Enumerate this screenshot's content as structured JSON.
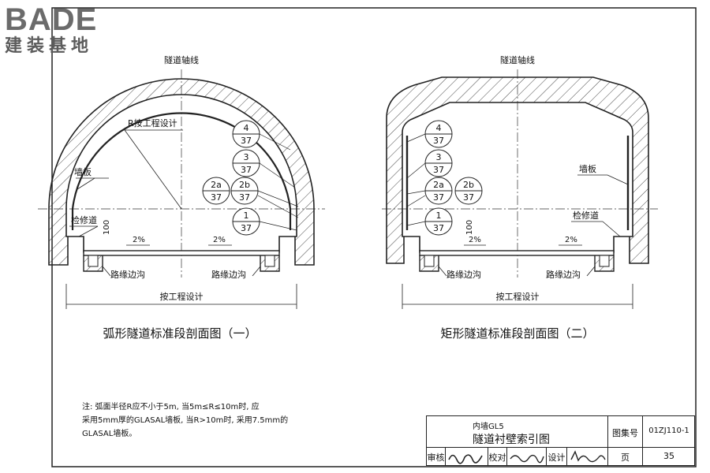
{
  "logo": {
    "mark": "BADE",
    "subtitle": "建装基地"
  },
  "axis_label": "隧道轴线",
  "left_section": {
    "radius_label": "R按工程设计",
    "wall_panel": "墙板",
    "service_way": "检修道",
    "height_mark": "100",
    "slope_left": "2%",
    "slope_right": "2%",
    "curb_ditch_left": "路缘边沟",
    "curb_ditch_right": "路缘边沟",
    "width_label": "按工程设计",
    "caption": "弧形隧道标准段剖面图（一）",
    "index_marks": [
      {
        "top": "4",
        "bottom": "37"
      },
      {
        "top": "3",
        "bottom": "37"
      },
      {
        "top": "2a",
        "bottom": "37"
      },
      {
        "top": "2b",
        "bottom": "37"
      },
      {
        "top": "1",
        "bottom": "37"
      }
    ]
  },
  "right_section": {
    "wall_panel": "墙板",
    "service_way": "检修道",
    "height_mark": "100",
    "slope_left": "2%",
    "slope_right": "2%",
    "curb_ditch_left": "路缘边沟",
    "curb_ditch_right": "路缘边沟",
    "width_label": "按工程设计",
    "caption": "矩形隧道标准段剖面图（二）",
    "index_marks": [
      {
        "top": "4",
        "bottom": "37"
      },
      {
        "top": "3",
        "bottom": "37"
      },
      {
        "top": "2a",
        "bottom": "37"
      },
      {
        "top": "2b",
        "bottom": "37"
      },
      {
        "top": "1",
        "bottom": "37"
      }
    ]
  },
  "note": {
    "lines": [
      "注:  弧面半径R应不小于5m, 当5m≤R≤10m时, 应",
      "采用5mm厚的GLASAL墙板, 当R>10m时, 采用7.5mm的",
      "GLASAL墙板。"
    ]
  },
  "title_block": {
    "category": "内墙GL5",
    "title": "隧道衬壁索引图",
    "atlas_label": "图集号",
    "atlas_no": "01ZJ110-1",
    "review_label": "审核",
    "check_label": "校对",
    "design_label": "设计",
    "page_label": "页",
    "page_no": "35"
  }
}
